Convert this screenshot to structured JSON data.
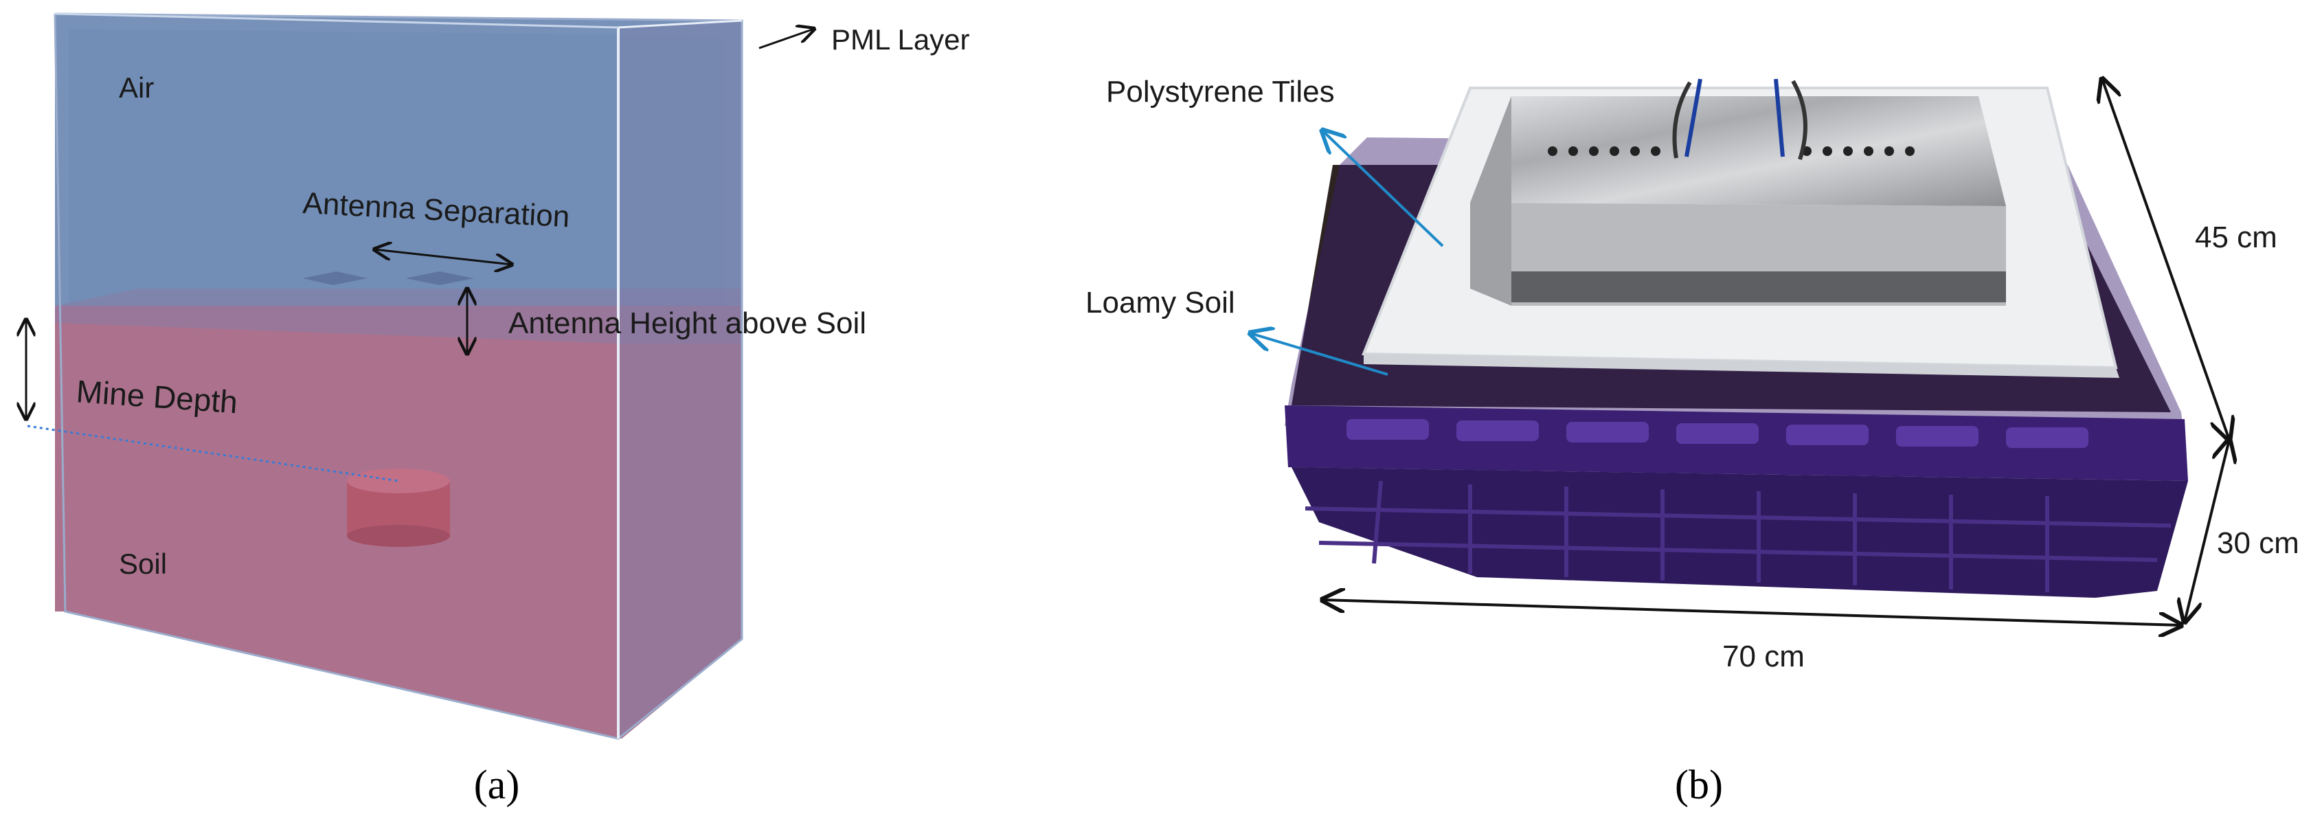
{
  "panel_a": {
    "labels": {
      "air": "Air",
      "pml": "PML Layer",
      "antenna_separation": "Antenna Separation",
      "antenna_height": "Antenna Height above Soil",
      "mine_depth": "Mine Depth",
      "soil": "Soil"
    },
    "caption": "(a)",
    "colors": {
      "air": "#6b88b3",
      "soil": "#a86a87",
      "mine": "#b2596e"
    }
  },
  "panel_b": {
    "labels": {
      "polystyrene": "Polystyrene Tiles",
      "loamy_soil": "Loamy Soil",
      "depth": "45 cm",
      "height": "30 cm",
      "width": "70 cm"
    },
    "caption": "(b)",
    "colors": {
      "crate": "#3b1f72",
      "arrow": "#1f8ac8",
      "foam": "#eef0f2",
      "foil": "#c9cbcd"
    }
  }
}
